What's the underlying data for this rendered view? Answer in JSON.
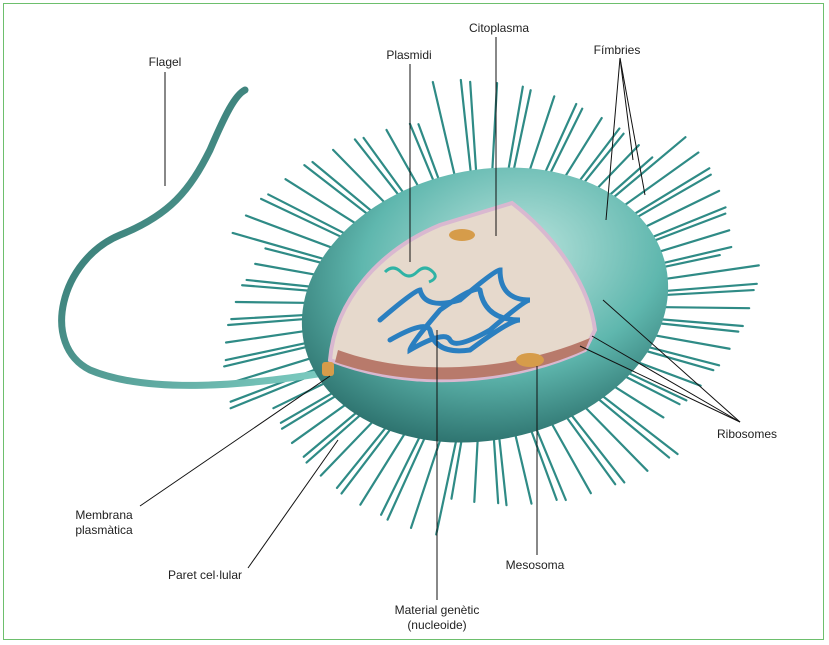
{
  "labels": {
    "flagel": "Flagel",
    "plasmidi": "Plasmidi",
    "citoplasma": "Citoplasma",
    "fimbries": "Fímbries",
    "ribosomes": "Ribosomes",
    "membrana_1": "Membrana",
    "membrana_2": "plasmàtica",
    "paret": "Paret cel·lular",
    "material_1": "Material genètic",
    "material_2": "(nucleoide)",
    "mesosoma": "Mesosoma"
  },
  "colors": {
    "frame": "#6dbf6d",
    "cell": "#5fb7ae",
    "spike": "#2f8b86",
    "cytoplasm": "#e6d9cc",
    "dna": "#2a7fc0"
  }
}
